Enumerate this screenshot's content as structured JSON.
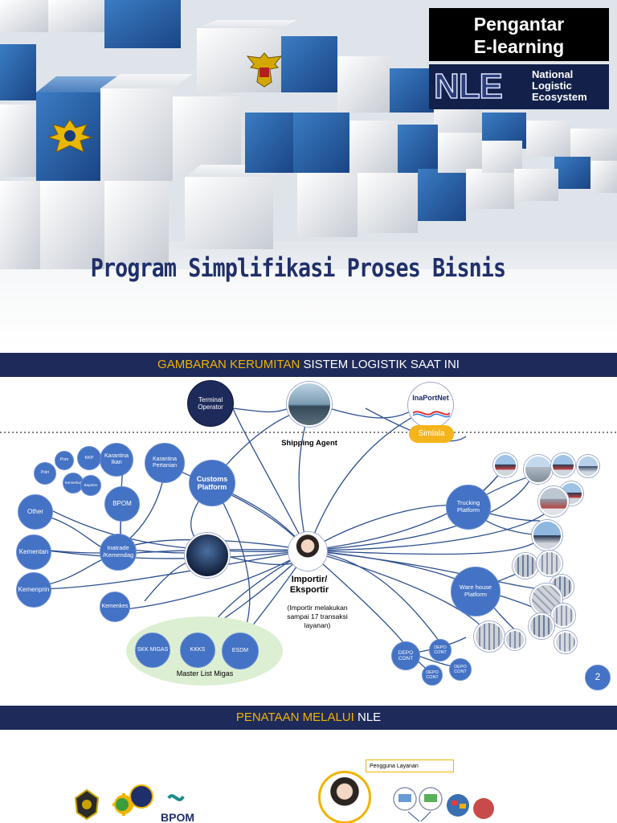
{
  "slide1": {
    "badge_line1": "Pengantar",
    "badge_line2": "E-learning",
    "nle_mark": "NLE",
    "nle_line1": "National",
    "nle_line2": "Logistic",
    "nle_line3": "Ecosystem",
    "title": "Program Simplifikasi Proses Bisnis"
  },
  "slide2": {
    "banner_highlight": "GAMBARAN KERUMITAN",
    "banner_rest": " SISTEM LOGISTIK SAAT INI",
    "terminal_operator": "Terminal Operator",
    "shipping_agent": "Shipping Agent",
    "inaportnet": "InaPortNet",
    "simlala": "Simlala",
    "karantina_ikan": "Karantina Ikan",
    "karantina_pertanian": "Karantina Pertanian",
    "customs_platform": "Customs Platform",
    "kkp": "KKP",
    "polri": "Polri",
    "pom": "Pom",
    "kemenhut": "Kemenhut",
    "bapeten": "Bapeten",
    "bpom": "BPOM",
    "other": "Other",
    "kementan": "Kementan",
    "kemenprin": "Kemenprin",
    "inatrade": "Inatrade /Kemendag",
    "kemenkes": "Kemenkes",
    "skk_migas": "SKK MIGAS",
    "kkks": "KKKS",
    "esdm": "ESDM",
    "master_list": "Master List Migas",
    "importir": "Importir/ Eksportir",
    "importir_note": "(Importir melakukan sampai 17 transaksi layanan)",
    "trucking": "Trucking Platform",
    "warehouse": "Ware house Platform",
    "depo1": "DEPO CONT",
    "depo2": "DEPO CONT",
    "depo3": "DEPO CONT",
    "depo4": "DEPO CONT",
    "page_number": "2"
  },
  "slide3": {
    "banner_highlight": "PENATAAN MELALUI",
    "banner_rest": " NLE",
    "pengguna": "Pengguna Layanan",
    "bpom_logo": "BPOM"
  },
  "colors": {
    "banner": "#1e2a5a",
    "accent_yellow": "#f0b400",
    "node_blue": "#4472c4",
    "title_navy": "#1f2f6b"
  }
}
